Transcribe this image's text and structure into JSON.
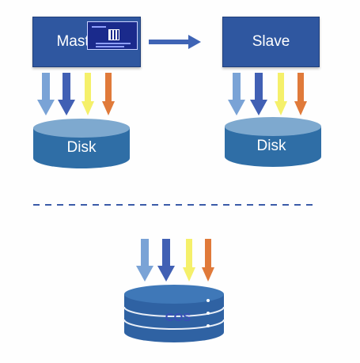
{
  "master": {
    "label": "Master"
  },
  "slave": {
    "label": "Slave"
  },
  "disk_left": {
    "label": "Disk"
  },
  "disk_right": {
    "label": "Disk"
  },
  "storage": {
    "label": "COS"
  },
  "colors": {
    "box_fill": "#2f57a0",
    "disk_fill": "#2f6ea6",
    "disk_top": "#7ea9cf",
    "arrow_light_blue": "#7aa3d6",
    "arrow_dark_blue": "#4160b4",
    "arrow_yellow": "#f5f06a",
    "arrow_orange": "#e07a3a",
    "dashed_line": "#3b5ba8"
  },
  "arrow_series": [
    "light-blue",
    "dark-blue",
    "yellow",
    "orange"
  ]
}
